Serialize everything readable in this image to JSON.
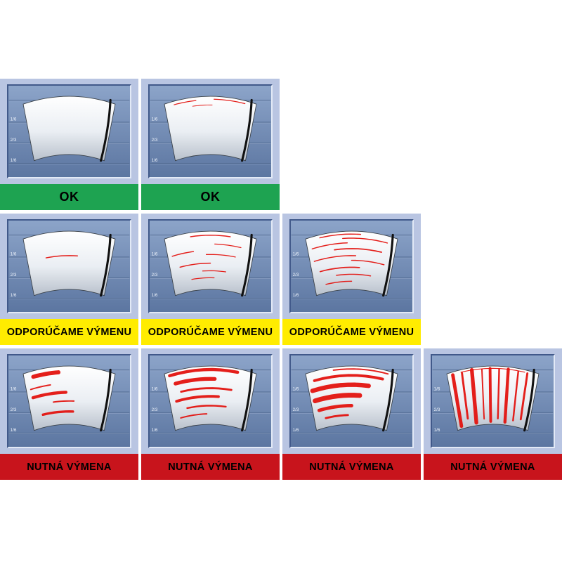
{
  "page": {
    "background": "#ffffff"
  },
  "colors": {
    "cell_bg": "#b9c5e2",
    "panel_top": "#8ca4c9",
    "panel_bottom": "#5c76a1",
    "gridline": "#4d678f",
    "gridline_highlight": "#a6b8d6",
    "fan_outline": "#3a4148",
    "blade": "#101010",
    "streak": "#e3130f",
    "status_ok": "#1ea351",
    "status_recommend": "#ffec00",
    "status_required": "#c8141c",
    "label_text": "#000000"
  },
  "scale": {
    "marks": [
      {
        "label": "1/6",
        "f": 0.4
      },
      {
        "label": "2/3",
        "f": 0.625
      },
      {
        "label": "1/6",
        "f": 0.85
      }
    ],
    "extra_lines": [
      0.16
    ]
  },
  "rows": [
    {
      "status": "ok",
      "label": "OK",
      "cells": [
        {
          "streaks": []
        },
        {
          "streaks": [
            {
              "dir": "h",
              "t": 0.06,
              "u0": 0.1,
              "u1": 0.34,
              "w": 1.3
            },
            {
              "dir": "h",
              "t": 0.05,
              "u0": 0.54,
              "u1": 0.88,
              "w": 1.3
            },
            {
              "dir": "h",
              "t": 0.15,
              "u0": 0.3,
              "u1": 0.52,
              "w": 1.0
            }
          ]
        }
      ]
    },
    {
      "status": "recommend",
      "label": "ODPORÚČAME VÝMENU",
      "cells": [
        {
          "streaks": [
            {
              "dir": "h",
              "t": 0.42,
              "u0": 0.22,
              "u1": 0.6,
              "w": 1.5
            }
          ]
        },
        {
          "streaks": [
            {
              "dir": "h",
              "t": 0.07,
              "u0": 0.28,
              "u1": 0.72,
              "w": 1.5
            },
            {
              "dir": "h",
              "t": 0.22,
              "u0": 0.55,
              "u1": 0.85,
              "w": 1.3
            },
            {
              "dir": "h",
              "t": 0.33,
              "u0": 0.05,
              "u1": 0.3,
              "w": 1.5
            },
            {
              "dir": "h",
              "t": 0.4,
              "u0": 0.45,
              "u1": 0.8,
              "w": 1.3
            },
            {
              "dir": "h",
              "t": 0.55,
              "u0": 0.12,
              "u1": 0.5,
              "w": 1.5
            },
            {
              "dir": "h",
              "t": 0.68,
              "u0": 0.4,
              "u1": 0.7,
              "w": 1.3
            },
            {
              "dir": "h",
              "t": 0.8,
              "u0": 0.25,
              "u1": 0.55,
              "w": 1.3
            }
          ]
        },
        {
          "streaks": [
            {
              "dir": "h",
              "t": 0.05,
              "u0": 0.15,
              "u1": 0.6,
              "w": 1.5
            },
            {
              "dir": "h",
              "t": 0.12,
              "u0": 0.4,
              "u1": 0.9,
              "w": 1.5
            },
            {
              "dir": "h",
              "t": 0.2,
              "u0": 0.05,
              "u1": 0.45,
              "w": 1.5
            },
            {
              "dir": "h",
              "t": 0.3,
              "u0": 0.3,
              "u1": 0.85,
              "w": 1.8
            },
            {
              "dir": "h",
              "t": 0.42,
              "u0": 0.05,
              "u1": 0.55,
              "w": 1.5
            },
            {
              "dir": "h",
              "t": 0.5,
              "u0": 0.5,
              "u1": 0.9,
              "w": 1.5
            },
            {
              "dir": "h",
              "t": 0.62,
              "u0": 0.1,
              "u1": 0.6,
              "w": 1.8
            },
            {
              "dir": "h",
              "t": 0.74,
              "u0": 0.3,
              "u1": 0.75,
              "w": 1.5
            },
            {
              "dir": "h",
              "t": 0.86,
              "u0": 0.15,
              "u1": 0.5,
              "w": 1.5
            }
          ]
        }
      ]
    },
    {
      "status": "required",
      "label": "NUTNÁ VÝMENA",
      "cells": [
        {
          "streaks": [
            {
              "dir": "h",
              "t": 0.1,
              "u0": 0.1,
              "u1": 0.38,
              "w": 6
            },
            {
              "dir": "h",
              "t": 0.3,
              "u0": 0.05,
              "u1": 0.28,
              "w": 2
            },
            {
              "dir": "h",
              "t": 0.45,
              "u0": 0.06,
              "u1": 0.46,
              "w": 4.5
            },
            {
              "dir": "h",
              "t": 0.6,
              "u0": 0.3,
              "u1": 0.56,
              "w": 2
            },
            {
              "dir": "h",
              "t": 0.78,
              "u0": 0.15,
              "u1": 0.55,
              "w": 3.5
            }
          ]
        },
        {
          "streaks": [
            {
              "dir": "h",
              "t": 0.06,
              "u0": 0.05,
              "u1": 0.8,
              "w": 4.5
            },
            {
              "dir": "h",
              "t": 0.22,
              "u0": 0.1,
              "u1": 0.55,
              "w": 5.5
            },
            {
              "dir": "h",
              "t": 0.38,
              "u0": 0.15,
              "u1": 0.75,
              "w": 3
            },
            {
              "dir": "h",
              "t": 0.52,
              "u0": 0.08,
              "u1": 0.6,
              "w": 4
            },
            {
              "dir": "h",
              "t": 0.68,
              "u0": 0.2,
              "u1": 0.7,
              "w": 2.5
            },
            {
              "dir": "h",
              "t": 0.82,
              "u0": 0.1,
              "u1": 0.45,
              "w": 2
            }
          ]
        },
        {
          "streaks": [
            {
              "dir": "h",
              "t": 0.05,
              "u0": 0.3,
              "u1": 0.9,
              "w": 2
            },
            {
              "dir": "h",
              "t": 0.16,
              "u0": 0.08,
              "u1": 0.85,
              "w": 4
            },
            {
              "dir": "h",
              "t": 0.32,
              "u0": 0.04,
              "u1": 0.7,
              "w": 6.5
            },
            {
              "dir": "h",
              "t": 0.5,
              "u0": 0.05,
              "u1": 0.6,
              "w": 7
            },
            {
              "dir": "h",
              "t": 0.68,
              "u0": 0.08,
              "u1": 0.5,
              "w": 5
            },
            {
              "dir": "h",
              "t": 0.84,
              "u0": 0.15,
              "u1": 0.45,
              "w": 3
            }
          ]
        },
        {
          "streaks": [
            {
              "dir": "h",
              "t": 0.04,
              "u0": 0.15,
              "u1": 0.85,
              "w": 1.2
            },
            {
              "dir": "v",
              "u": 0.06,
              "t0": 0.05,
              "t1": 0.95,
              "w": 5
            },
            {
              "dir": "v",
              "u": 0.16,
              "t0": 0.06,
              "t1": 0.85,
              "w": 3
            },
            {
              "dir": "v",
              "u": 0.27,
              "t0": 0.04,
              "t1": 0.95,
              "w": 5.5
            },
            {
              "dir": "v",
              "u": 0.38,
              "t0": 0.05,
              "t1": 0.9,
              "w": 2
            },
            {
              "dir": "v",
              "u": 0.47,
              "t0": 0.04,
              "t1": 0.95,
              "w": 4
            },
            {
              "dir": "v",
              "u": 0.57,
              "t0": 0.05,
              "t1": 0.9,
              "w": 2.5
            },
            {
              "dir": "v",
              "u": 0.67,
              "t0": 0.04,
              "t1": 0.95,
              "w": 4.5
            },
            {
              "dir": "v",
              "u": 0.78,
              "t0": 0.05,
              "t1": 0.9,
              "w": 2.5
            },
            {
              "dir": "v",
              "u": 0.88,
              "t0": 0.05,
              "t1": 0.85,
              "w": 3
            }
          ]
        }
      ]
    }
  ]
}
